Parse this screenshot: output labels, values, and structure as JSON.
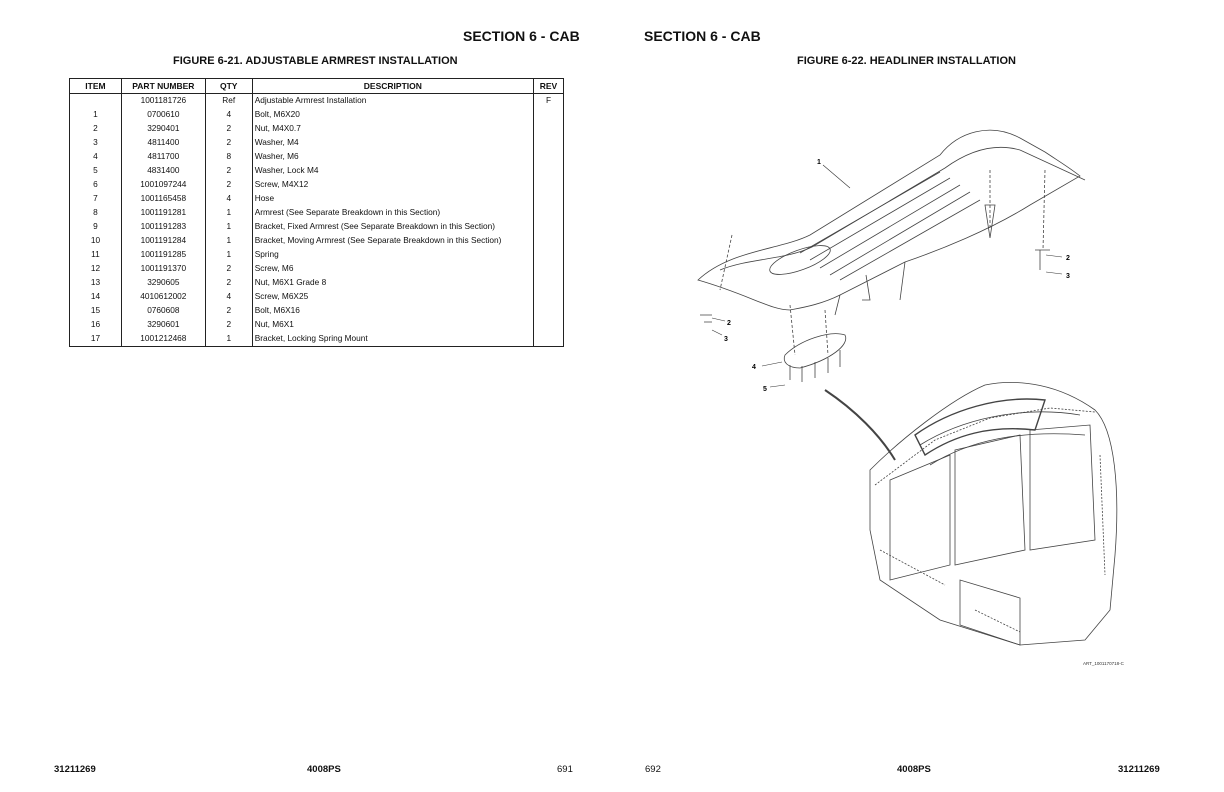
{
  "left_page": {
    "section_title": "SECTION 6 - CAB",
    "figure_title": "FIGURE 6-21. ADJUSTABLE ARMREST INSTALLATION",
    "table": {
      "headers": [
        "ITEM",
        "PART NUMBER",
        "QTY",
        "DESCRIPTION",
        "REV"
      ],
      "rows": [
        {
          "item": "",
          "part": "1001181726",
          "qty": "Ref",
          "desc": "Adjustable Armrest Installation",
          "rev": "F"
        },
        {
          "item": "1",
          "part": "0700610",
          "qty": "4",
          "desc": "Bolt, M6X20",
          "rev": ""
        },
        {
          "item": "2",
          "part": "3290401",
          "qty": "2",
          "desc": "Nut, M4X0.7",
          "rev": ""
        },
        {
          "item": "3",
          "part": "4811400",
          "qty": "2",
          "desc": "Washer, M4",
          "rev": ""
        },
        {
          "item": "4",
          "part": "4811700",
          "qty": "8",
          "desc": "Washer, M6",
          "rev": ""
        },
        {
          "item": "5",
          "part": "4831400",
          "qty": "2",
          "desc": "Washer, Lock M4",
          "rev": ""
        },
        {
          "item": "6",
          "part": "1001097244",
          "qty": "2",
          "desc": "Screw, M4X12",
          "rev": ""
        },
        {
          "item": "7",
          "part": "1001165458",
          "qty": "4",
          "desc": "Hose",
          "rev": ""
        },
        {
          "item": "8",
          "part": "1001191281",
          "qty": "1",
          "desc": "Armrest (See Separate Breakdown in this Section)",
          "rev": ""
        },
        {
          "item": "9",
          "part": "1001191283",
          "qty": "1",
          "desc": "Bracket, Fixed Armrest (See Separate Breakdown in this Section)",
          "rev": ""
        },
        {
          "item": "10",
          "part": "1001191284",
          "qty": "1",
          "desc": "Bracket, Moving Armrest (See Separate Breakdown in this Section)",
          "rev": ""
        },
        {
          "item": "11",
          "part": "1001191285",
          "qty": "1",
          "desc": "Spring",
          "rev": ""
        },
        {
          "item": "12",
          "part": "1001191370",
          "qty": "2",
          "desc": "Screw, M6",
          "rev": ""
        },
        {
          "item": "13",
          "part": "3290605",
          "qty": "2",
          "desc": "Nut, M6X1 Grade 8",
          "rev": ""
        },
        {
          "item": "14",
          "part": "4010612002",
          "qty": "4",
          "desc": "Screw, M6X25",
          "rev": ""
        },
        {
          "item": "15",
          "part": "0760608",
          "qty": "2",
          "desc": "Bolt, M6X16",
          "rev": ""
        },
        {
          "item": "16",
          "part": "3290601",
          "qty": "2",
          "desc": "Nut, M6X1",
          "rev": ""
        },
        {
          "item": "17",
          "part": "1001212468",
          "qty": "1",
          "desc": "Bracket, Locking Spring Mount",
          "rev": ""
        }
      ]
    },
    "footer": {
      "doc_number": "31211269",
      "model": "4008PS",
      "page": "691"
    }
  },
  "right_page": {
    "section_title": "SECTION 6 - CAB",
    "figure_title": "FIGURE 6-22. HEADLINER INSTALLATION",
    "callouts": [
      "1",
      "2",
      "3",
      "2",
      "3",
      "4",
      "5"
    ],
    "art_code": "ART_1001170718-C",
    "footer": {
      "page": "692",
      "model": "4008PS",
      "doc_number": "31211269"
    }
  }
}
